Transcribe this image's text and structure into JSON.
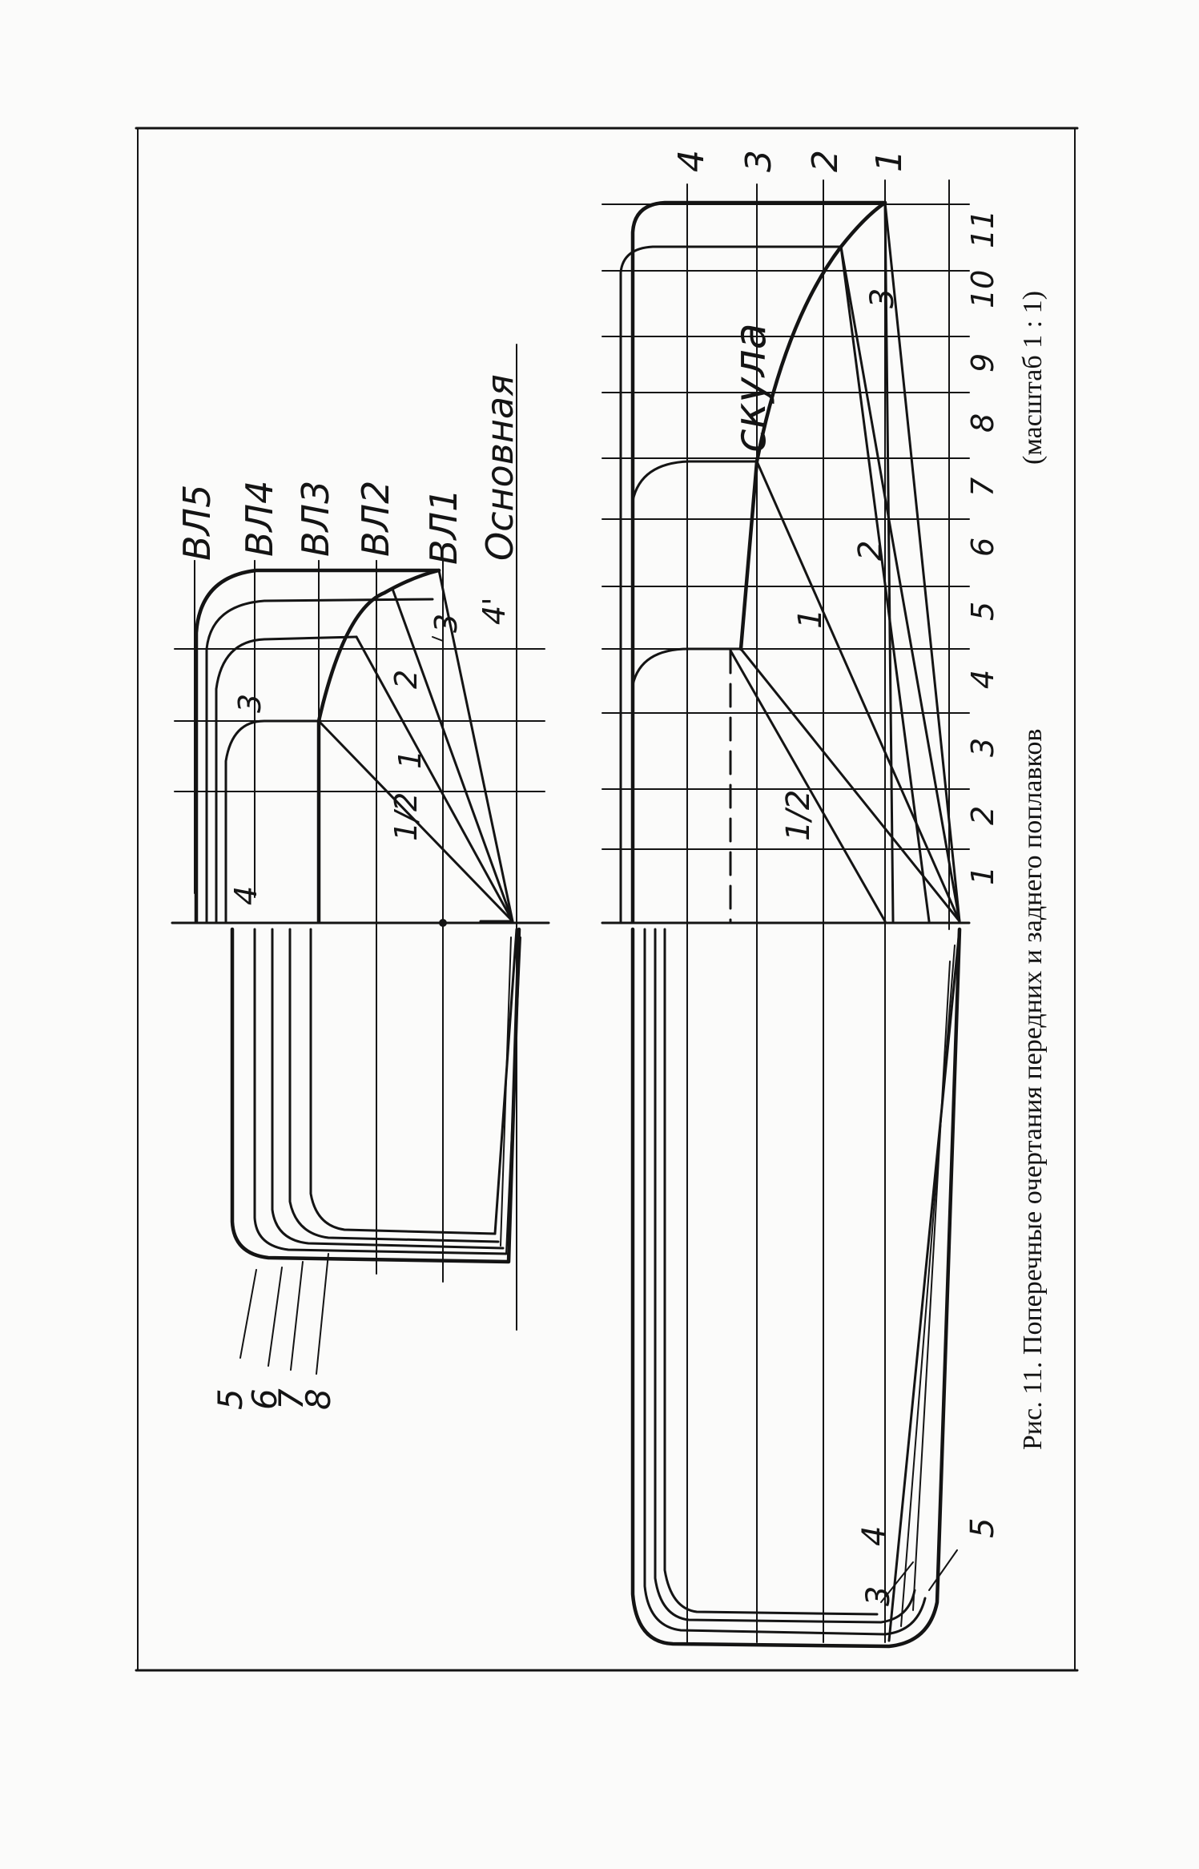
{
  "caption": "Рис. 11. Поперечные очертания передних и заднего поплавков",
  "caption_scale": "(масштаб 1 : 1)",
  "front_float": {
    "waterlines": [
      "ВЛ5",
      "ВЛ4",
      "ВЛ3",
      "ВЛ2",
      "ВЛ1",
      "Основная"
    ],
    "section_numbers": [
      "4'",
      "3",
      "2",
      "1",
      "1/2",
      "3",
      "4"
    ],
    "lower_sections": [
      "5",
      "6",
      "7",
      "8"
    ]
  },
  "rear_float": {
    "waterlines": [
      "4",
      "3",
      "2",
      "1"
    ],
    "stations": [
      "11",
      "10",
      "9",
      "8",
      "7",
      "6",
      "5",
      "4",
      "3",
      "2",
      "1"
    ],
    "chine_label": "скула",
    "section_numbers": [
      "3",
      "2",
      "1",
      "1/2"
    ],
    "lower_labels": [
      "3",
      "4",
      "5"
    ]
  }
}
